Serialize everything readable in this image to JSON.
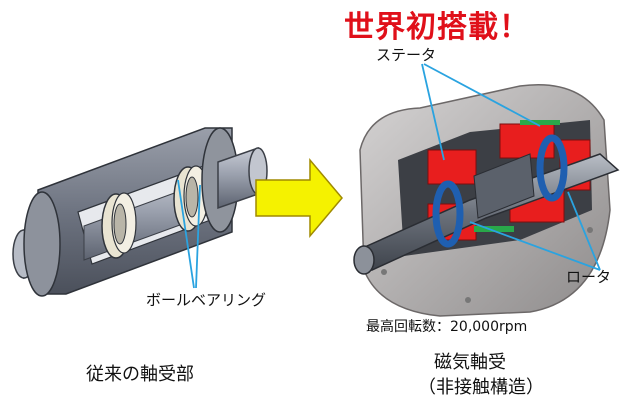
{
  "headline": "世界初搭載！",
  "labels": {
    "stator": "ステータ",
    "rotor": "ロータ",
    "ball_bearing": "ボールベアリング",
    "max_speed": "最高回転数：20,000rpm",
    "conventional": "従来の軸受部",
    "magnetic_line1": "磁気軸受",
    "magnetic_line2": "（非接触構造）"
  },
  "colors": {
    "headline": "#e0101a",
    "arrow_fill": "#f5f200",
    "leader_line": "#2aa3e0",
    "rotor_blue": "#1f5fb0",
    "stator_red": "#e81e1e"
  }
}
